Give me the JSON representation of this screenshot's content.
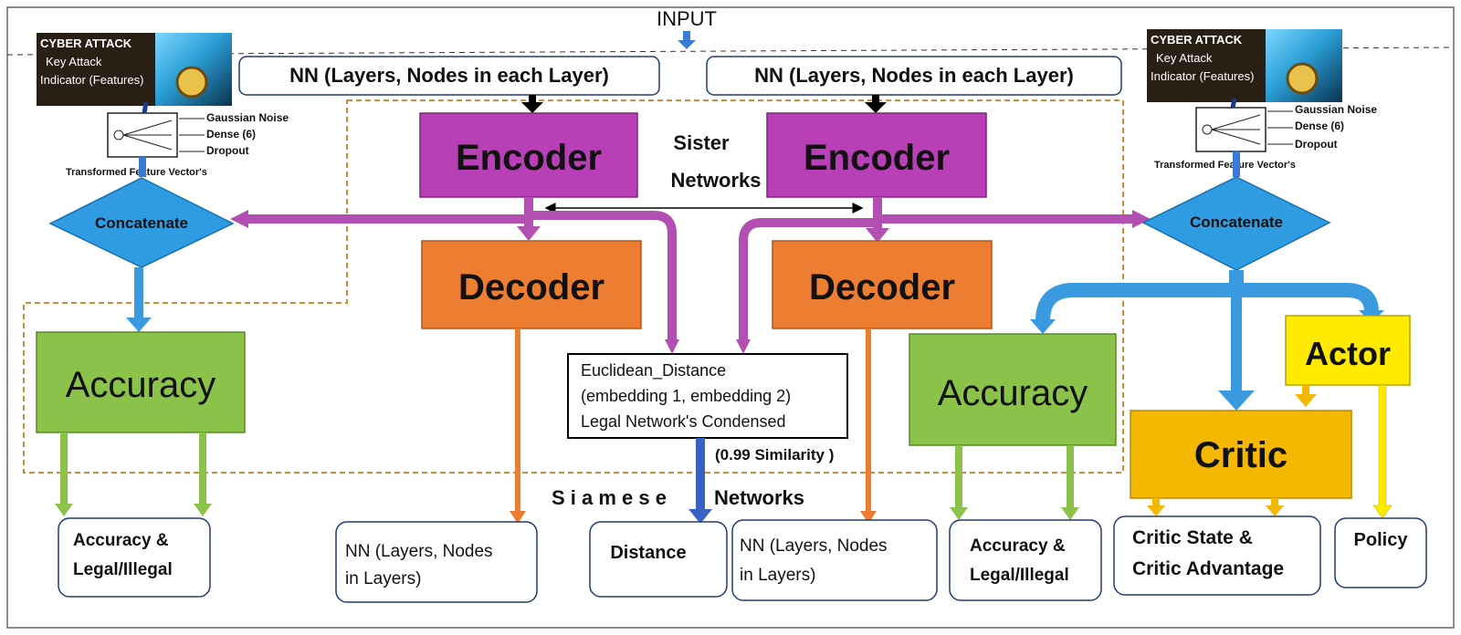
{
  "input_label": "INPUT",
  "left_panel": {
    "cyber_title": "CYBER ATTACK",
    "cyber_line2": "Key Attack",
    "cyber_line3": "Indicator (Features)",
    "noise_label": "Gaussian Noise",
    "dense_label": "Dense (6)",
    "dropout_label": "Dropout",
    "transformed_label": "Transformed Feature Vector's",
    "concat_label": "Concatenate",
    "accuracy_label": "Accuracy",
    "output_line1": "Accuracy &",
    "output_line2": "Legal/Illegal"
  },
  "right_panel": {
    "cyber_title": "CYBER ATTACK",
    "cyber_line2": "Key Attack",
    "cyber_line3": "Indicator (Features)",
    "noise_label": "Gaussian Noise",
    "dense_label": "Dense (6)",
    "dropout_label": "Dropout",
    "transformed_label": "Transformed Feature Vector's",
    "concat_label": "Concatenate",
    "accuracy_label": "Accuracy",
    "output_line1": "Accuracy &",
    "output_line2": "Legal/Illegal"
  },
  "nn_top_left": "NN (Layers, Nodes in each Layer)",
  "nn_top_right": "NN (Layers, Nodes in each Layer)",
  "encoder_left": "Encoder",
  "encoder_right": "Encoder",
  "decoder_left": "Decoder",
  "decoder_right": "Decoder",
  "sister_line1": "Sister",
  "sister_line2": "Networks",
  "distance_box": {
    "line1": "Euclidean_Distance",
    "line2": "(embedding 1, embedding 2)",
    "line3": "Legal Network's Condensed"
  },
  "similarity_label": "(0.99 Similarity )",
  "siamese_label": "S i a m e s e",
  "networks_label": "Networks",
  "distance_output": "Distance",
  "nn_out_left_line1": "NN (Layers, Nodes",
  "nn_out_left_line2": "in Layers)",
  "nn_out_right_line1": "NN (Layers, Nodes",
  "nn_out_right_line2": "in Layers)",
  "actor_label": "Actor",
  "critic_label": "Critic",
  "critic_output_line1": "Critic State &",
  "critic_output_line2": "Critic Advantage",
  "policy_label": "Policy",
  "colors": {
    "encoder": "#b83fb5",
    "decoder": "#ed7d31",
    "accuracy": "#8bc34a",
    "concatenate": "#2f9be0",
    "critic": "#f5b800",
    "actor": "#ffea00",
    "blue_arrow": "#3a9ae0",
    "purple_arrow": "#b34fb3",
    "orange_arrow": "#ed7d31",
    "green_arrow": "#8bc34a",
    "dashed_region": "#d08a3a"
  }
}
